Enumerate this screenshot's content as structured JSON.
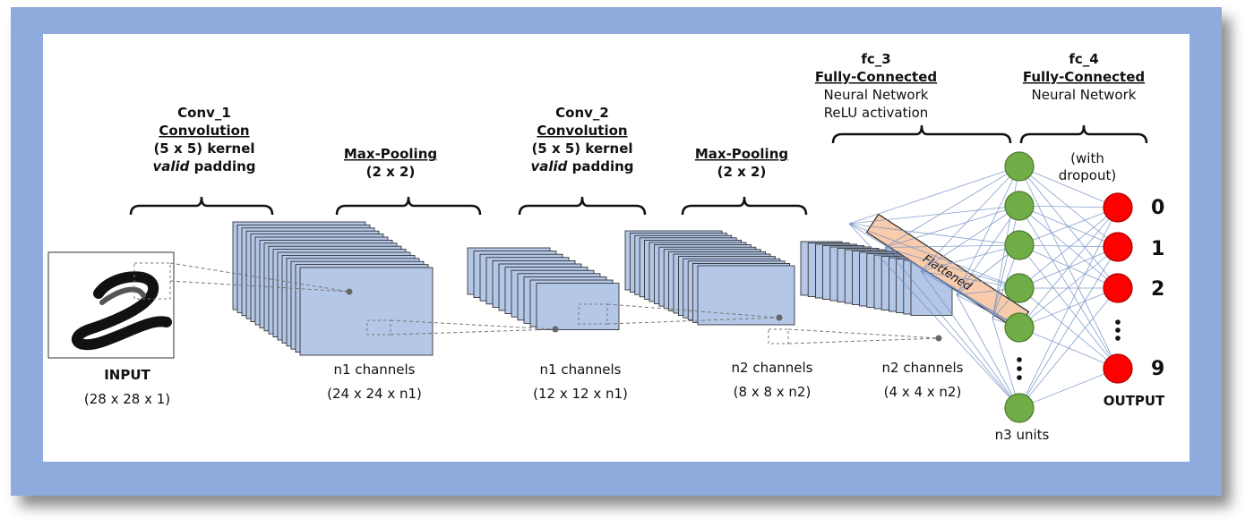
{
  "layers": {
    "conv1": {
      "name": "Conv_1",
      "type": "Convolution",
      "kernel": "(5 x 5) kernel",
      "padding_word": "valid",
      "padding_rest": " padding"
    },
    "pool1": {
      "type": "Max-Pooling",
      "size": "(2 x 2)"
    },
    "conv2": {
      "name": "Conv_2",
      "type": "Convolution",
      "kernel": "(5 x 5) kernel",
      "padding_word": "valid",
      "padding_rest": " padding"
    },
    "pool2": {
      "type": "Max-Pooling",
      "size": "(2 x 2)"
    },
    "fc3": {
      "name": "fc_3",
      "type": "Fully-Connected",
      "line1": "Neural Network",
      "line2": "ReLU activation"
    },
    "fc4": {
      "name": "fc_4",
      "type": "Fully-Connected",
      "line1": "Neural Network"
    }
  },
  "stages": {
    "input": {
      "label": "INPUT",
      "dims": "(28 x 28 x 1)"
    },
    "s1": {
      "label": "n1 channels",
      "dims": "(24 x 24 x n1)"
    },
    "s2": {
      "label": "n1 channels",
      "dims": "(12 x 12 x n1)"
    },
    "s3": {
      "label": "n2 channels",
      "dims": "(8 x 8 x n2)"
    },
    "s4": {
      "label": "n2 channels",
      "dims": "(4 x 4 x n2)"
    }
  },
  "flattened_label": "Flattened",
  "hidden": {
    "units_label": "n3 units",
    "dropout_line1": "(with",
    "dropout_line2": "dropout)"
  },
  "output": {
    "labels": [
      "0",
      "1",
      "2",
      "9"
    ],
    "title": "OUTPUT"
  },
  "colors": {
    "frame": "#8faadc",
    "feature_map": "#b4c7e7",
    "hidden_node": "#70ad47",
    "output_node": "#ff0000",
    "flatten_bar": "#f8cbad",
    "connection": "#6f8fc4"
  }
}
